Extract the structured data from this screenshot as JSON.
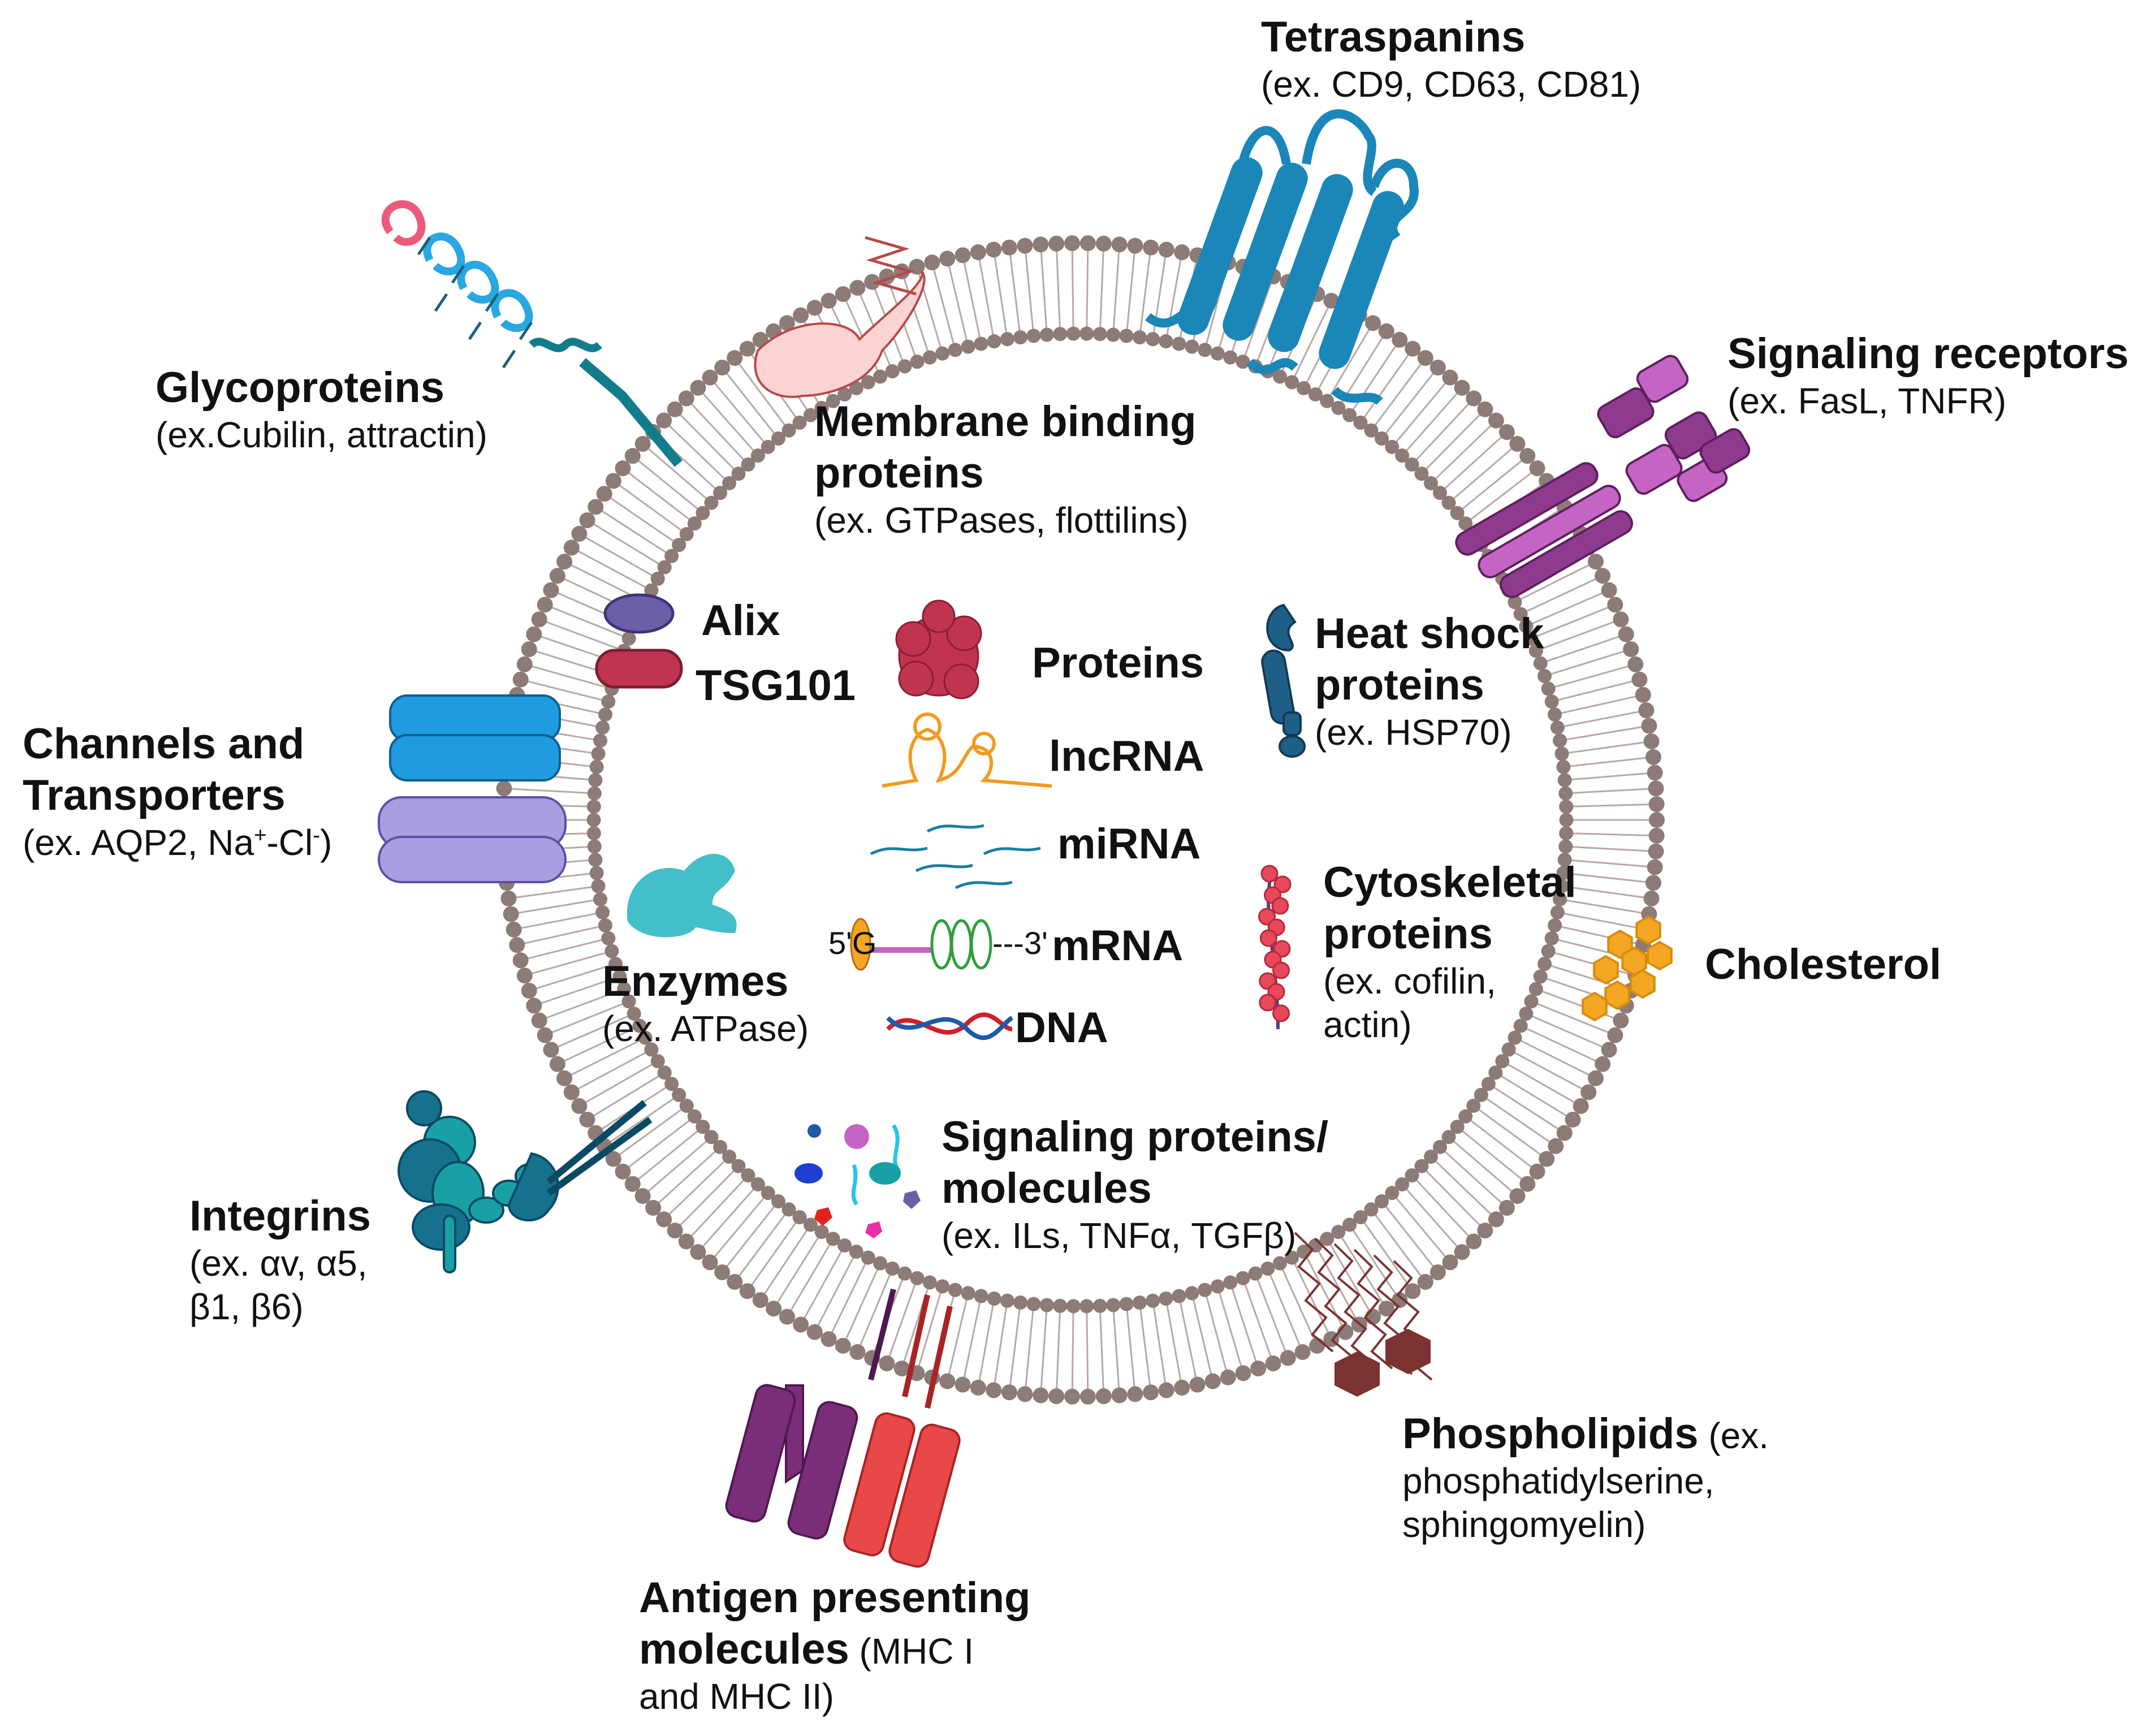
{
  "labels": {
    "tetraspanins": {
      "title": "Tetraspanins",
      "sub": "(ex. CD9, CD63, CD81)"
    },
    "signaling_receptors": {
      "title": "Signaling receptors",
      "sub": "(ex. FasL, TNFR)"
    },
    "glycoproteins": {
      "title": "Glycoproteins",
      "sub": "(ex.Cubilin, attractin)"
    },
    "membrane_binding": {
      "title_1": "Membrane binding",
      "title_2": "proteins",
      "sub": "(ex. GTPases, flottilins)"
    },
    "channels": {
      "title_1": "Channels and",
      "title_2": "Transporters",
      "sub_pre": "(ex. AQP2,  Na",
      "sub_sup1": "+",
      "sub_mid": "-Cl",
      "sub_sup2": "-",
      "sub_post": ")"
    },
    "heat_shock": {
      "title_1": "Heat shock",
      "title_2": "proteins",
      "sub": "(ex. HSP70)"
    },
    "cytoskeletal": {
      "title_1": "Cytoskeletal",
      "title_2": "proteins",
      "sub_1": "(ex. cofilin,",
      "sub_2": "actin)"
    },
    "cholesterol": {
      "title": "Cholesterol"
    },
    "enzymes": {
      "title": "Enzymes",
      "sub": "(ex. ATPase)"
    },
    "integrins": {
      "title": "Integrins",
      "sub_1": "(ex. αv, α5,",
      "sub_2": "β1, β6)"
    },
    "signaling_proteins": {
      "title_1": "Signaling proteins/",
      "title_2": "molecules",
      "sub": "(ex. ILs, TNFα, TGFβ)"
    },
    "phospholipids": {
      "title": "Phospholipids",
      "sub_inline": " (ex.",
      "sub_1": "phosphatidylserine,",
      "sub_2": "sphingomyelin)"
    },
    "antigen": {
      "title_1": "Antigen presenting",
      "title_2": "molecules",
      "sub_inline": " (MHC I",
      "sub_2": "and MHC II)"
    }
  },
  "cargo": {
    "alix": "Alix",
    "tsg101": "TSG101",
    "proteins": "Proteins",
    "lncrna": "lncRNA",
    "mirna": "miRNA",
    "mrna": "mRNA",
    "mrna_5": "5'",
    "mrna_g": "G",
    "mrna_3": "---3'",
    "dna": "DNA"
  },
  "colors": {
    "lipid_head": "#8c7b77",
    "tetraspanin": "#1a87b8",
    "signaling_receptor": "#8e3a8e",
    "glycoprotein": "#137c8c",
    "membrane_binding": "#fcd3d3",
    "channel_top": "#1f9be0",
    "channel_bottom": "#a89ee0",
    "heat_shock": "#1d5f86",
    "cytoskeletal": "#e8485a",
    "cholesterol": "#f5a623",
    "enzyme": "#43bfc9",
    "integrin": "#16718f",
    "phospholipid": "#7a3330",
    "antigen_purple": "#7a2e7a",
    "antigen_red": "#e94848",
    "alix": "#6c5fa8",
    "tsg101": "#c0344f",
    "proteins": "#c0344f",
    "lncrna": "#f29a1f",
    "mirna": "#1b7ea0",
    "dna_red": "#d11f2b",
    "dna_blue": "#1e5aa5"
  }
}
